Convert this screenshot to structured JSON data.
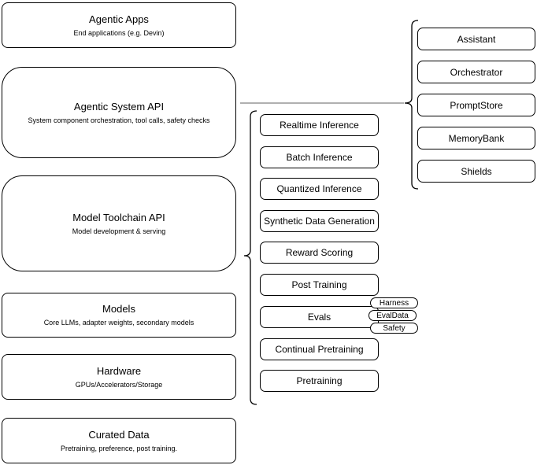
{
  "diagram": {
    "stack": [
      {
        "title": "Agentic Apps",
        "subtitle": "End applications (e.g. Devin)"
      },
      {
        "title": "Agentic System API",
        "subtitle": "System component orchestration, tool calls, safety checks"
      },
      {
        "title": "Model Toolchain API",
        "subtitle": "Model development & serving"
      },
      {
        "title": "Models",
        "subtitle": "Core LLMs, adapter weights, secondary models"
      },
      {
        "title": "Hardware",
        "subtitle": "GPUs/Accelerators/Storage"
      },
      {
        "title": "Curated Data",
        "subtitle": "Pretraining, preference, post training."
      }
    ],
    "toolchain_items": [
      "Realtime Inference",
      "Batch Inference",
      "Quantized Inference",
      "Synthetic Data Generation",
      "Reward Scoring",
      "Post Training",
      "Evals",
      "Continual Pretraining",
      "Pretraining"
    ],
    "eval_tags": [
      "Harness",
      "EvalData",
      "Safety"
    ],
    "system_components": [
      "Assistant",
      "Orchestrator",
      "PromptStore",
      "MemoryBank",
      "Shields"
    ],
    "colors": {
      "stroke": "#000000",
      "fill": "#ffffff",
      "text": "#000000",
      "connector": "#808080"
    }
  }
}
